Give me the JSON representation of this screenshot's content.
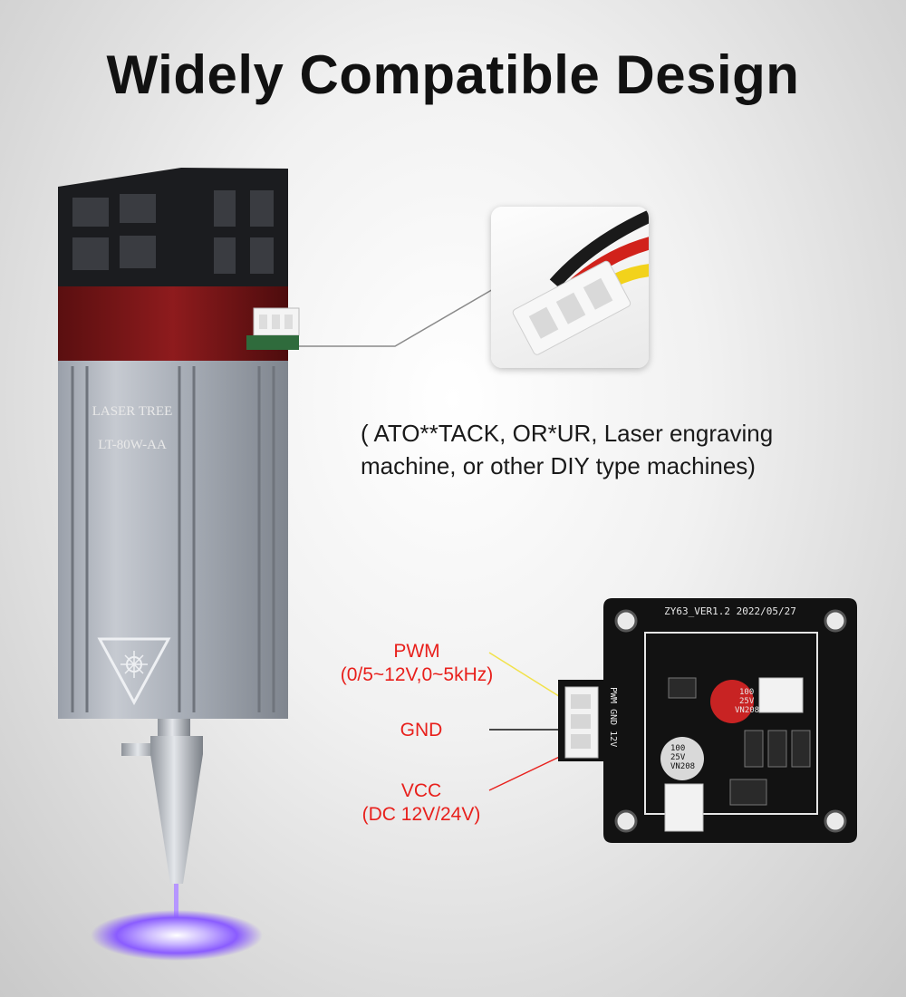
{
  "title": "Widely Compatible Design",
  "compat_line1": "( ATO**TACK, OR*UR, Laser engraving",
  "compat_line2": "machine, or other DIY type machines)",
  "module": {
    "brand": "LASER TREE",
    "model": "LT-80W-AA"
  },
  "pins": {
    "pwm_label": "PWM",
    "pwm_spec": "(0/5~12V,0~5kHz)",
    "gnd_label": "GND",
    "vcc_label": "VCC",
    "vcc_spec": "(DC 12V/24V)"
  },
  "board": {
    "header_text": "ZY63_VER1.2  2022/05/27",
    "pin_text": "PWM GND 12V",
    "cap1_a": "100",
    "cap1_b": "25V",
    "cap1_c": "VN208",
    "cap2_a": "100",
    "cap2_b": "25V",
    "cap2_c": "VN208"
  },
  "colors": {
    "label_red": "#e8201c",
    "laser_glow": "#8a5cff",
    "wire_red": "#d1221b",
    "wire_yellow": "#f2d21b"
  }
}
